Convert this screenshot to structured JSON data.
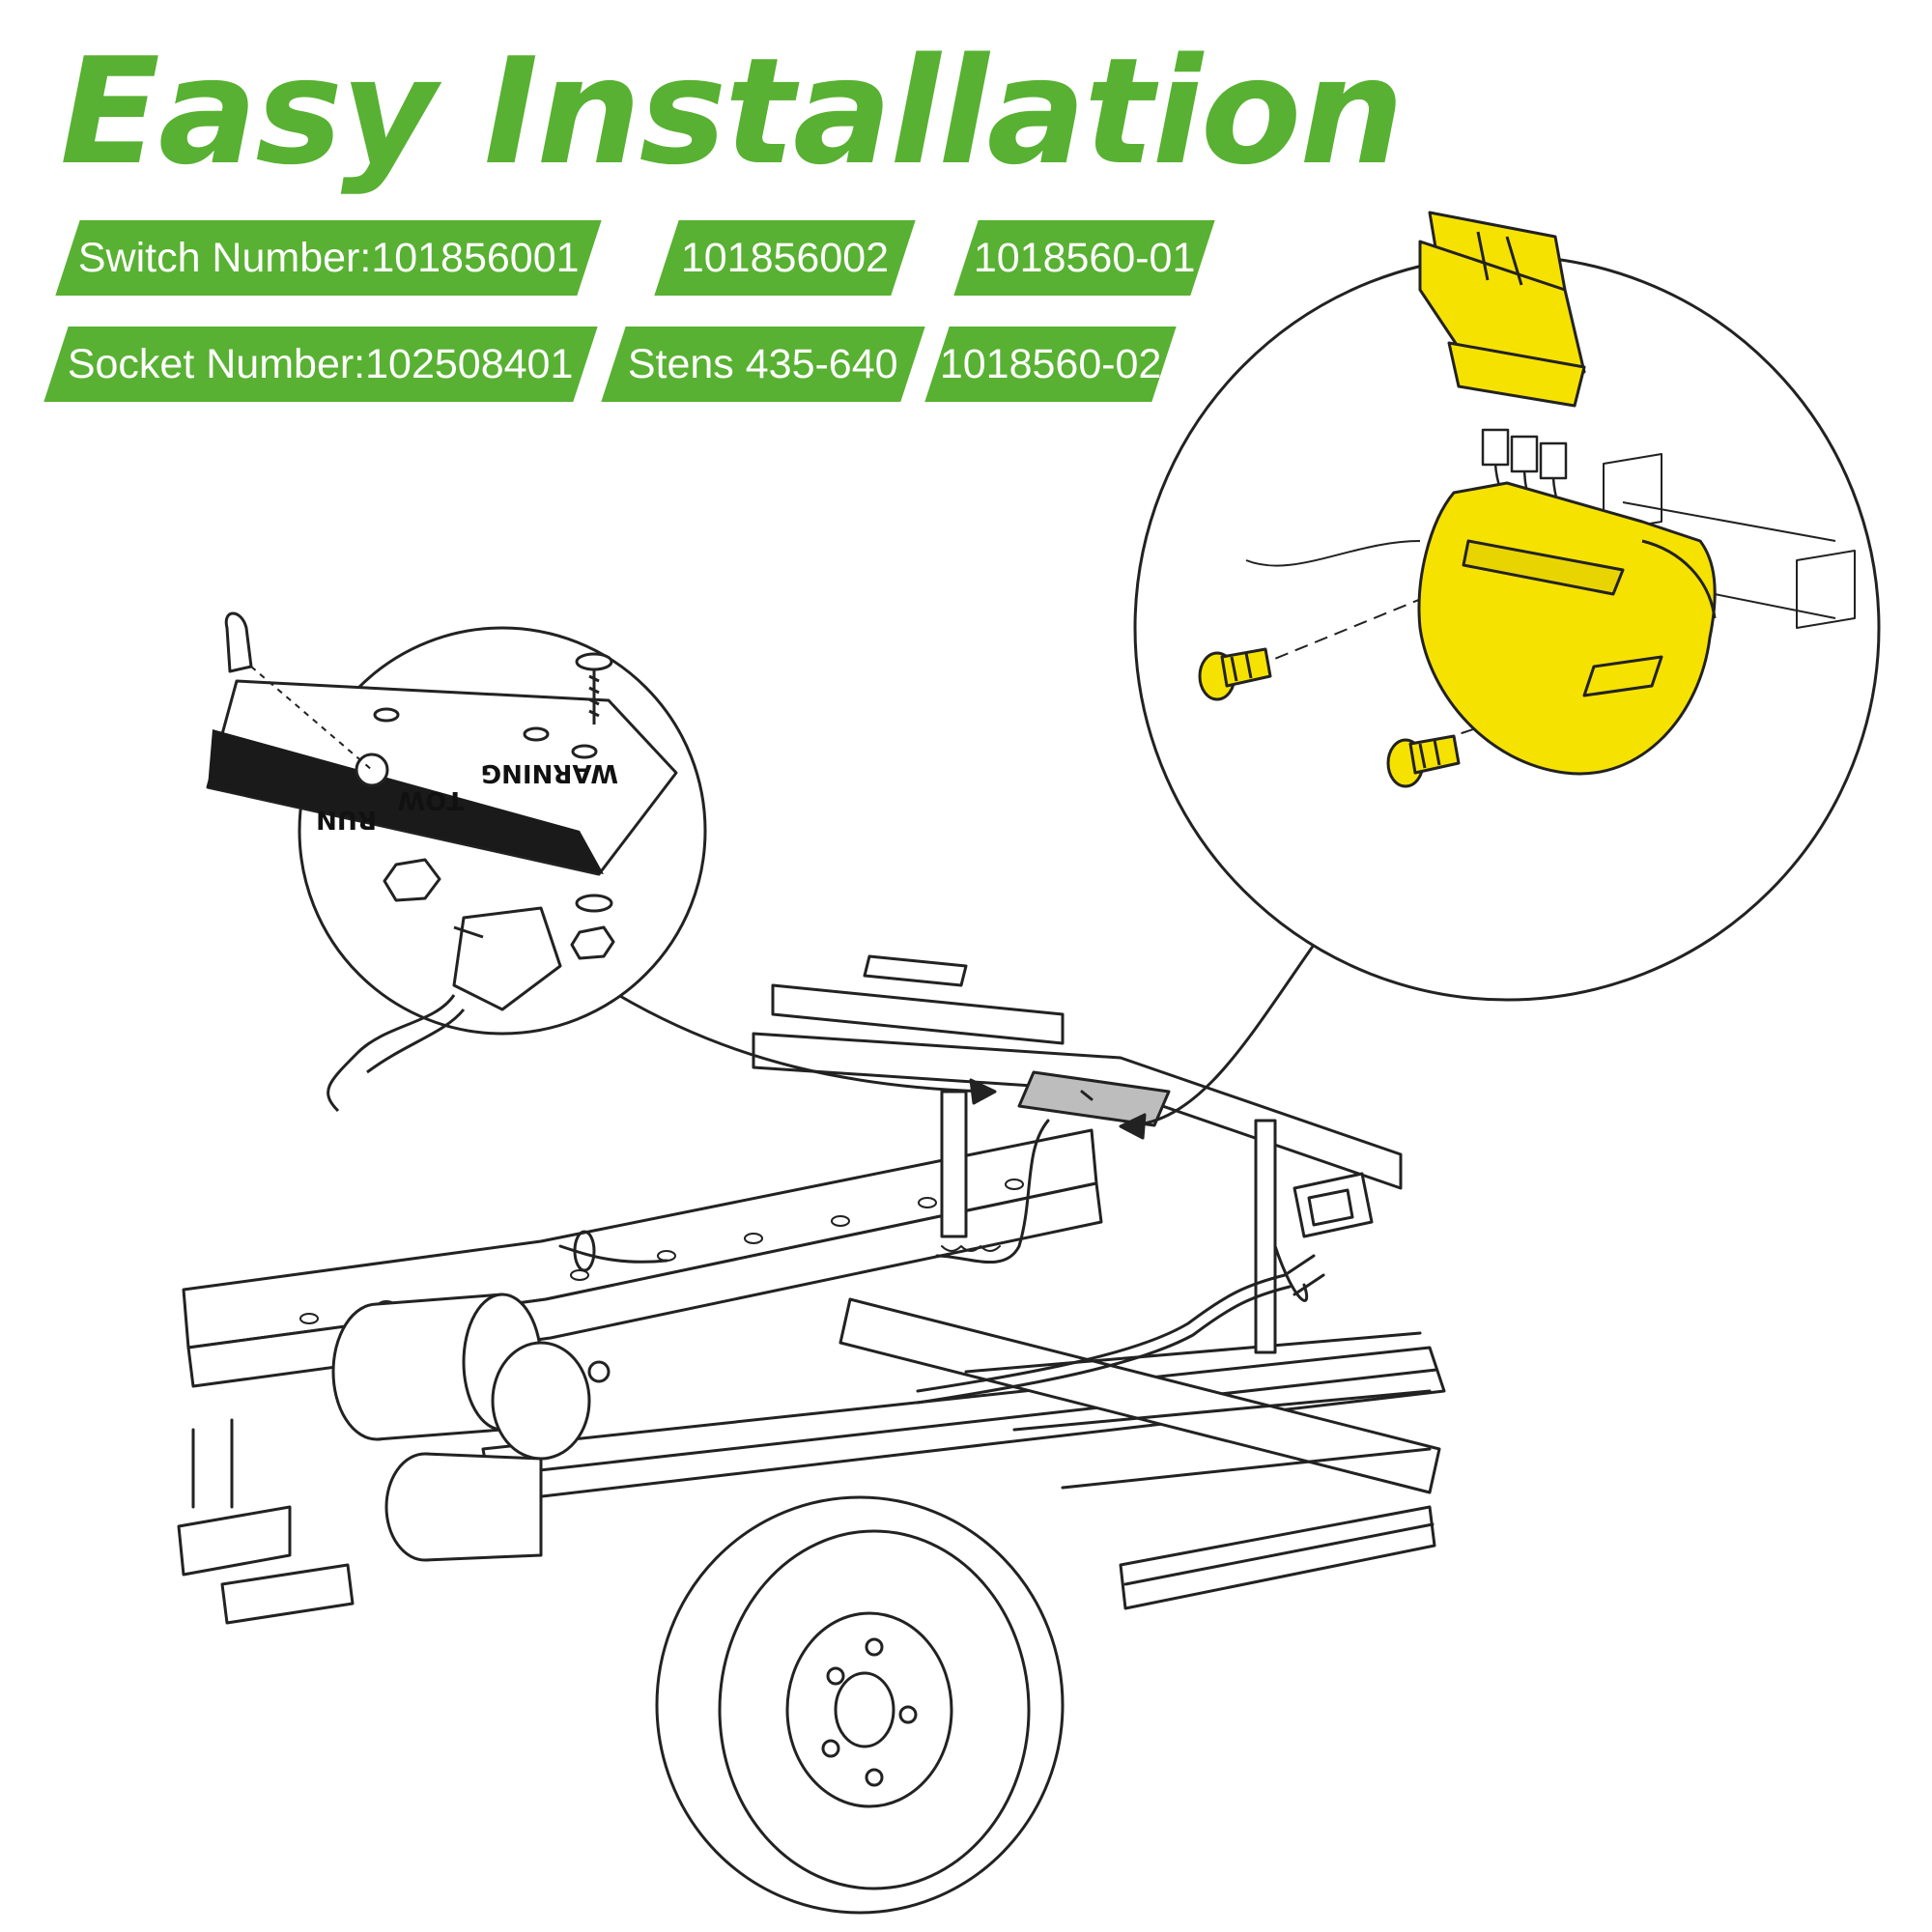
{
  "title": "Easy Installation",
  "colors": {
    "brand_green": "#58b132",
    "highlight_yellow": "#f6e200",
    "line": "#222222"
  },
  "tags": [
    {
      "text": "Switch Number:101856001"
    },
    {
      "text": "101856002"
    },
    {
      "text": "1018560-01"
    },
    {
      "text": "Socket Number:102508401"
    },
    {
      "text": "Stens 435-640"
    },
    {
      "text": "1018560-02"
    }
  ],
  "decal": {
    "warning": "WARNING",
    "tow": "TOW",
    "run": "RUN"
  },
  "icons": [
    "rocker-switch-icon",
    "switch-socket-icon",
    "screw-icon",
    "toggle-switch-icon",
    "wheel-icon"
  ]
}
